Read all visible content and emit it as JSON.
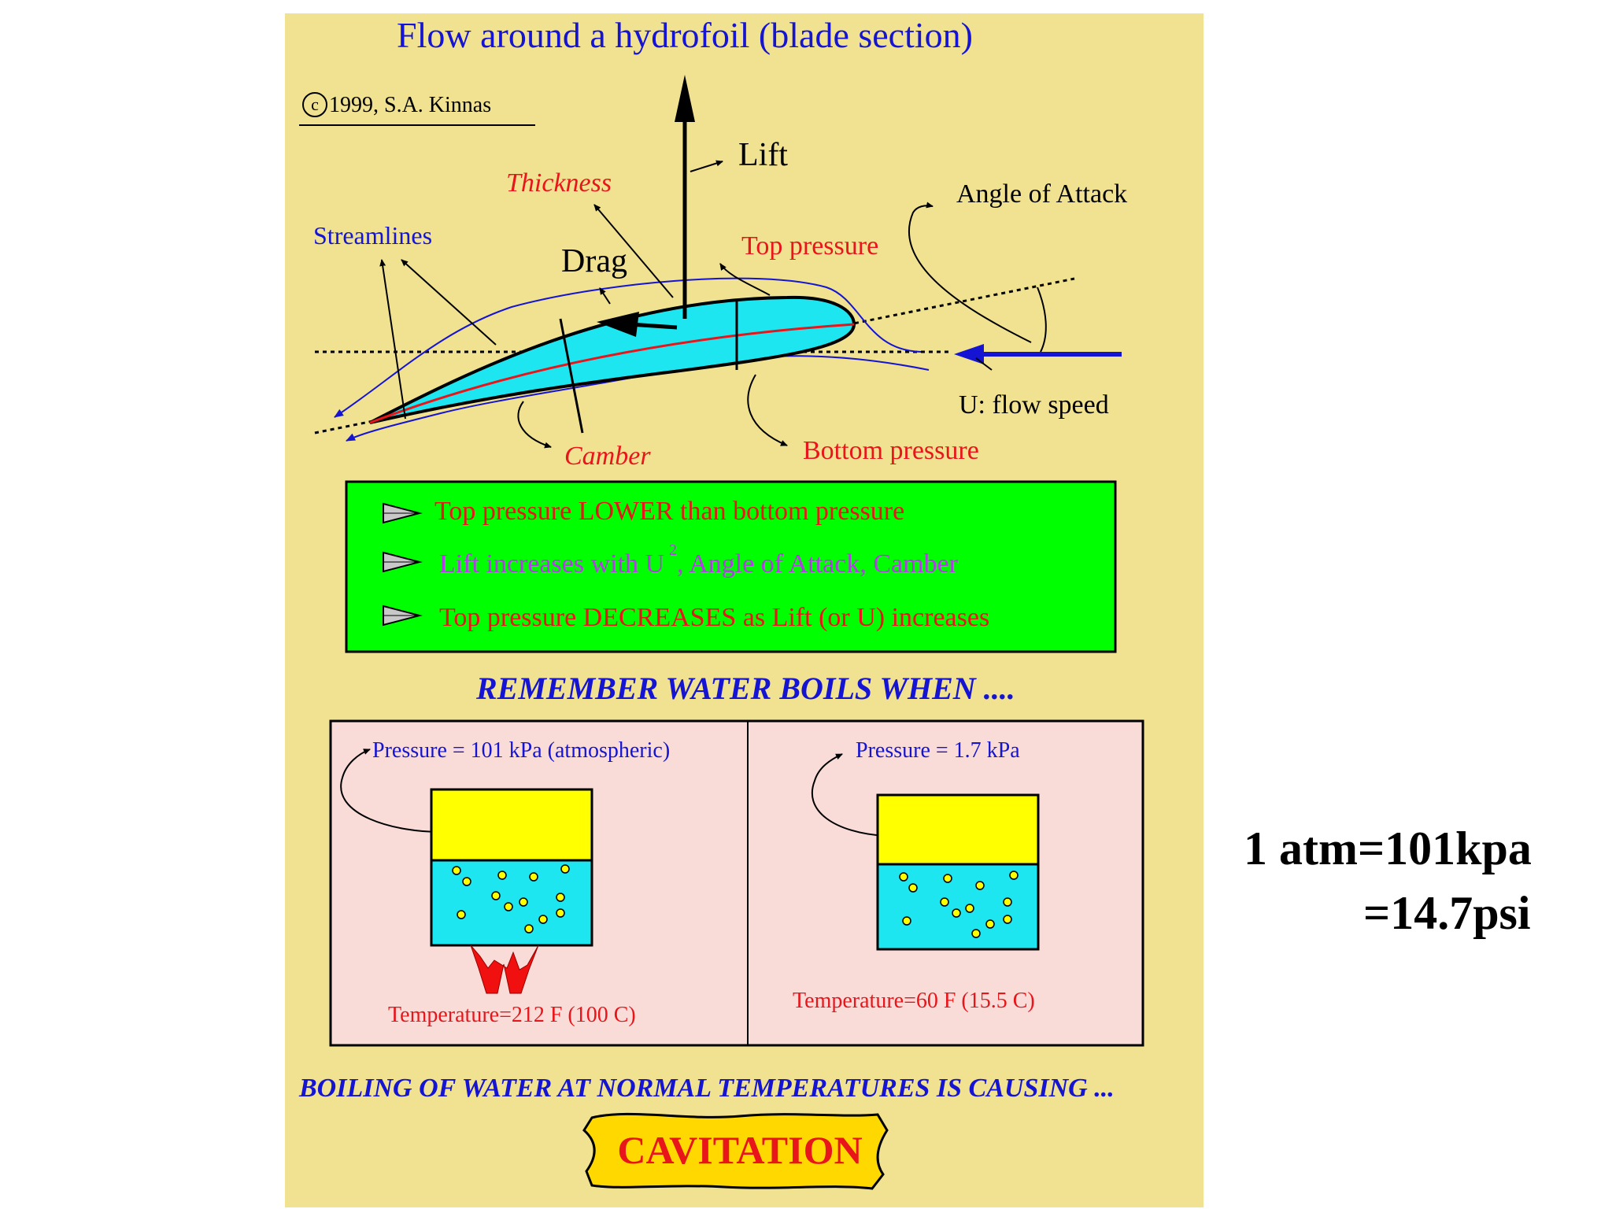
{
  "title": "Flow around a hydrofoil (blade section)",
  "copyright": "c1999, S.A. Kinnas",
  "copyright_symbol": "c",
  "copyright_text": "1999, S.A. Kinnas",
  "labels": {
    "lift": "Lift",
    "thickness": "Thickness",
    "streamlines": "Streamlines",
    "drag": "Drag",
    "top_pressure": "Top pressure",
    "angle_of_attack": "Angle of Attack",
    "flow_speed": "U: flow speed",
    "camber": "Camber",
    "bottom_pressure": "Bottom pressure"
  },
  "facts": [
    {
      "text": "Top pressure LOWER than bottom pressure",
      "color": "#e8151b"
    },
    {
      "text_before": "Lift increases with U",
      "sup": "2",
      "text_after": ", Angle of Attack, Camber",
      "color": "#b43ce6"
    },
    {
      "text": "Top pressure DECREASES as Lift (or U) increases",
      "color": "#e8151b"
    }
  ],
  "remember": "REMEMBER WATER BOILS WHEN ....",
  "panels": [
    {
      "pressure": "Pressure = 101 kPa (atmospheric)",
      "temperature": "Temperature=212 F (100 C)"
    },
    {
      "pressure": "Pressure = 1.7 kPa",
      "temperature": "Temperature=60 F (15.5 C)"
    }
  ],
  "boiling": "BOILING OF WATER AT NORMAL TEMPERATURES IS CAUSING ...",
  "cavitation": "CAVITATION",
  "side_note": {
    "line1": "1 atm=101kpa",
    "line2": "=14.7psi"
  },
  "colors": {
    "poster_bg": "#f0e291",
    "foil_fill": "#1ee6f0",
    "green_box": "#00ff00",
    "pink_box": "#f9dcd8",
    "gas": "#ffff00",
    "water": "#1ee6f0",
    "blue_text": "#1414d2",
    "red_text": "#e8151b",
    "flame": "#f01010"
  },
  "icons": [
    "arrow-bullet-icon",
    "flame-icon",
    "bubble-icon"
  ]
}
